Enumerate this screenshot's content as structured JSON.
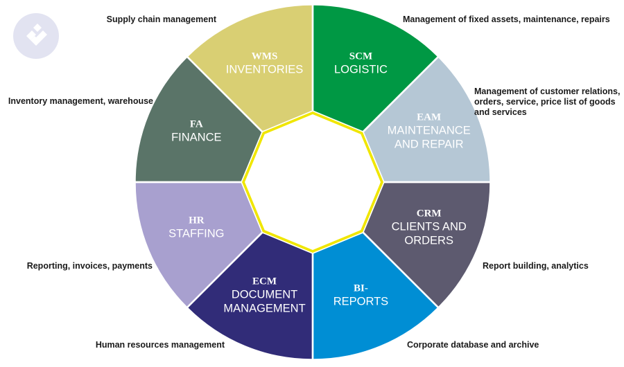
{
  "logo": {
    "icon": "stylized-l-logo-icon",
    "color": "#e2e3f1"
  },
  "center": {
    "color": "#ffffff",
    "border": "#f0e600"
  },
  "segments": [
    {
      "id": "scm",
      "code": "SCM",
      "name": [
        "LOGISTIC"
      ],
      "color": "#009844",
      "description": [
        "Supply chain management"
      ]
    },
    {
      "id": "eam",
      "code": "EAM",
      "name": [
        "MAINTENANCE",
        "AND REPAIR"
      ],
      "color": "#b5c7d5",
      "description": [
        "Management of fixed assets, maintenance, repairs"
      ]
    },
    {
      "id": "crm",
      "code": "CRM",
      "name": [
        "CLIENTS AND",
        "ORDERS"
      ],
      "color": "#5d5a6f",
      "description": [
        "Management of customer relations,",
        "orders, service, price list of goods",
        "and services"
      ]
    },
    {
      "id": "bi",
      "code": "BI-",
      "name": [
        "REPORTS"
      ],
      "color": "#008ed4",
      "description": [
        "Report building, analytics"
      ]
    },
    {
      "id": "ecm",
      "code": "ECM",
      "name": [
        "DOCUMENT",
        "MANAGEMENT"
      ],
      "color": "#312c78",
      "description": [
        "Corporate database and archive"
      ]
    },
    {
      "id": "hr",
      "code": "HR",
      "name": [
        "STAFFING"
      ],
      "color": "#a8a0cf",
      "description": [
        "Human resources management"
      ]
    },
    {
      "id": "fa",
      "code": "FA",
      "name": [
        "FINANCE"
      ],
      "color": "#5a7468",
      "description": [
        "Reporting, invoices, payments"
      ]
    },
    {
      "id": "wms",
      "code": "WMS",
      "name": [
        "INVENTORIES"
      ],
      "color": "#d9cf73",
      "description": [
        "Inventory management, warehouse"
      ]
    }
  ]
}
